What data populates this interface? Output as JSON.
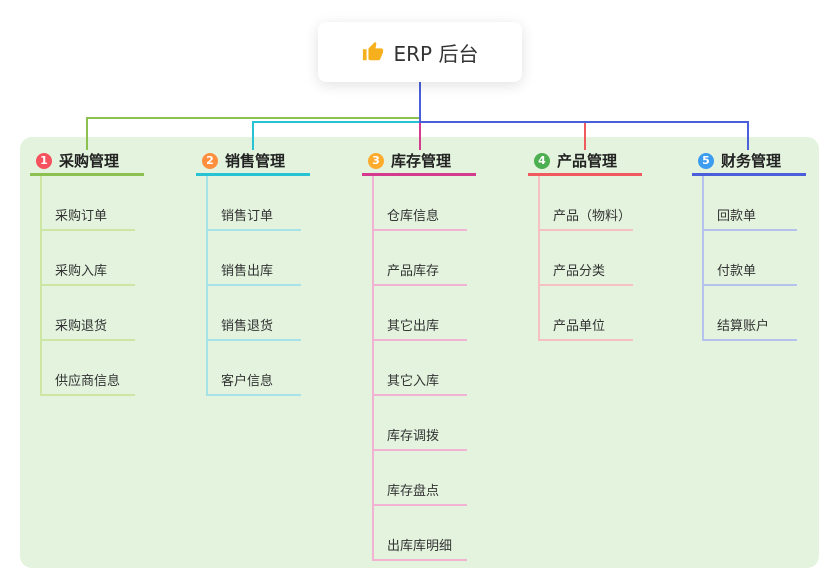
{
  "root": {
    "label": "ERP 后台",
    "icon": "thumbs-up"
  },
  "map": {
    "background_color": "#e3f3de"
  },
  "branches": [
    {
      "index": "1",
      "label": "采购管理",
      "badge_color": "#f5525e",
      "line_color": "#8cc152",
      "child_line_color": "#cde6a3",
      "children": [
        "采购订单",
        "采购入库",
        "采购退货",
        "供应商信息"
      ]
    },
    {
      "index": "2",
      "label": "销售管理",
      "badge_color": "#fd8f3f",
      "line_color": "#27c3d5",
      "child_line_color": "#a5e3e9",
      "children": [
        "销售订单",
        "销售出库",
        "销售退货",
        "客户信息"
      ]
    },
    {
      "index": "3",
      "label": "库存管理",
      "badge_color": "#ffab2e",
      "line_color": "#d43a8e",
      "child_line_color": "#f2b3d3",
      "children": [
        "仓库信息",
        "产品库存",
        "其它出库",
        "其它入库",
        "库存调拨",
        "库存盘点",
        "出库库明细"
      ]
    },
    {
      "index": "4",
      "label": "产品管理",
      "badge_color": "#4caf50",
      "line_color": "#f05a5f",
      "child_line_color": "#f6c0c2",
      "children": [
        "产品（物料）",
        "产品分类",
        "产品单位"
      ]
    },
    {
      "index": "5",
      "label": "财务管理",
      "badge_color": "#3c9cf0",
      "line_color": "#4a5fd9",
      "child_line_color": "#b6c2ee",
      "children": [
        "回款单",
        "付款单",
        "结算账户"
      ]
    }
  ]
}
